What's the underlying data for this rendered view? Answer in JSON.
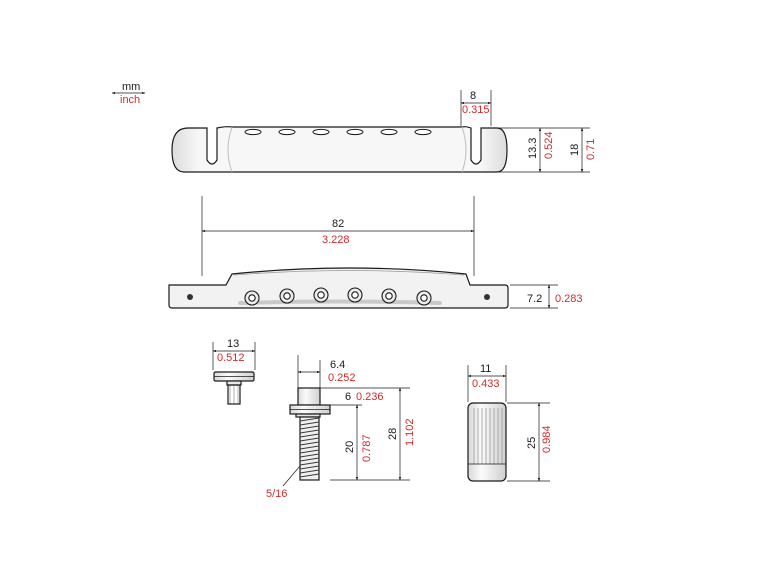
{
  "legend": {
    "unit_top": "mm",
    "unit_bottom": "inch"
  },
  "colors": {
    "metric": "#1a1a1a",
    "imperial": "#d42a2a",
    "body": "#f2f2f2"
  },
  "tailpiece_top": {
    "slot_width_mm": "8",
    "slot_width_in": "0.315",
    "slot_depth_mm": "13.3",
    "slot_depth_in": "0.524",
    "height_mm": "18",
    "height_in": "0.71",
    "stud_spacing_mm": "82",
    "stud_spacing_in": "3.228"
  },
  "tailpiece_front": {
    "height_mm": "7.2",
    "height_in": "0.283"
  },
  "washer": {
    "width_mm": "13",
    "width_in": "0.512"
  },
  "stud": {
    "head_width_mm": "6.4",
    "head_width_in": "0.252",
    "collar_mm": "6",
    "collar_in": "0.236",
    "thread_length_mm": "20",
    "thread_length_in": "0.787",
    "total_length_mm": "28",
    "total_length_in": "1.102",
    "thread_size": "5/16"
  },
  "anchor": {
    "width_mm": "11",
    "width_in": "0.433",
    "length_mm": "25",
    "length_in": "0.984"
  }
}
